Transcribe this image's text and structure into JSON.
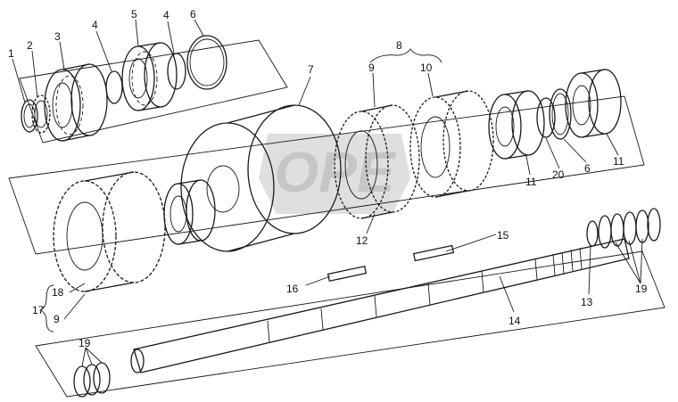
{
  "watermark": "OPE",
  "colors": {
    "line": "#1a1a1a",
    "watermark": "#b8b8b8",
    "background": "#ffffff"
  },
  "labels": {
    "l1": "1",
    "l2": "2",
    "l3": "3",
    "l4a": "4",
    "l5": "5",
    "l4b": "4",
    "l6a": "6",
    "l7": "7",
    "l8": "8",
    "l9a": "9",
    "l10": "10",
    "l11a": "11",
    "l11b": "11",
    "l20": "20",
    "l6b": "6",
    "l12": "12",
    "l15": "15",
    "l16": "16",
    "l14": "14",
    "l13": "13",
    "l19a": "19",
    "l19b": "19",
    "l18": "18",
    "l17": "17",
    "l9b": "9"
  }
}
